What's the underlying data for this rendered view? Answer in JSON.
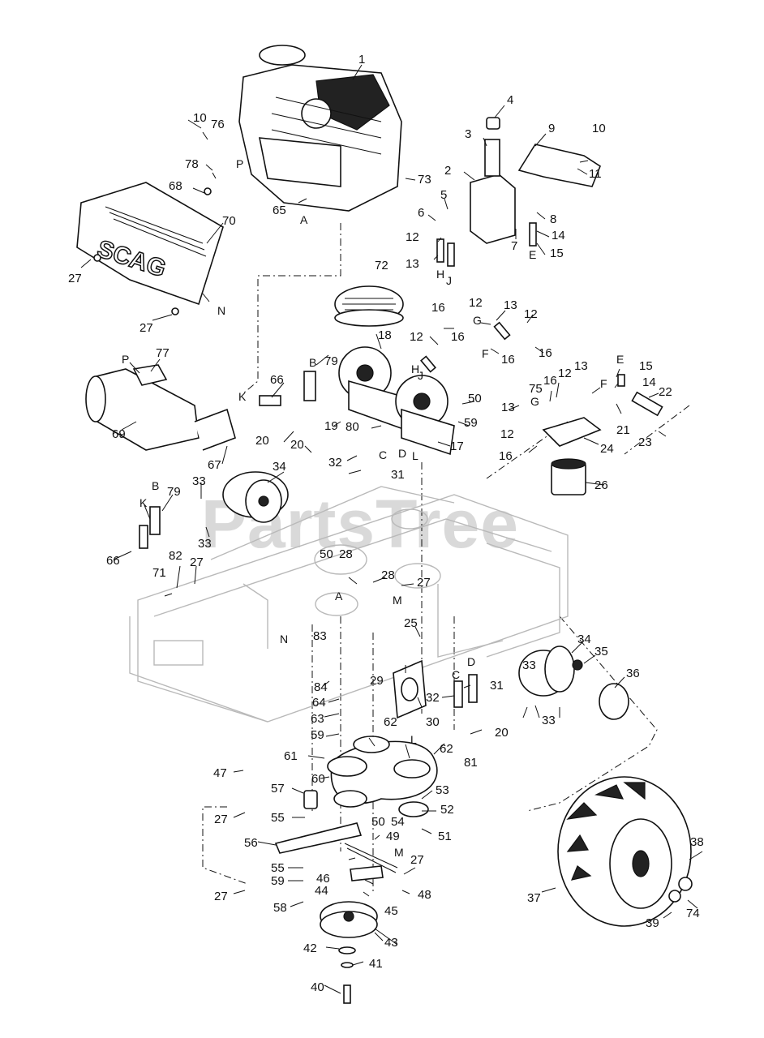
{
  "watermark": "PartsTree",
  "shroud_brand": "SCAG",
  "callouts": {
    "c1": "1",
    "c2": "2",
    "c3": "3",
    "c4": "4",
    "c5": "5",
    "c6": "6",
    "c7": "7",
    "c8": "8",
    "c9": "9",
    "c10": "10",
    "c11": "11",
    "c12": "12",
    "c13": "13",
    "c14": "14",
    "c15": "15",
    "c16": "16",
    "c17": "17",
    "c18": "18",
    "c19": "19",
    "c20": "20",
    "c21": "21",
    "c22": "22",
    "c23": "23",
    "c24": "24",
    "c25": "25",
    "c26": "26",
    "c27": "27",
    "c28": "28",
    "c29": "29",
    "c30": "30",
    "c31": "31",
    "c32": "32",
    "c33": "33",
    "c34": "34",
    "c35": "35",
    "c36": "36",
    "c37": "37",
    "c38": "38",
    "c39": "39",
    "c40": "40",
    "c41": "41",
    "c42": "42",
    "c43": "43",
    "c44": "44",
    "c45": "45",
    "c46": "46",
    "c47": "47",
    "c48": "48",
    "c49": "49",
    "c50": "50",
    "c51": "51",
    "c52": "52",
    "c53": "53",
    "c54": "54",
    "c55": "55",
    "c56": "56",
    "c57": "57",
    "c58": "58",
    "c59": "59",
    "c60": "60",
    "c61": "61",
    "c62": "62",
    "c63": "63",
    "c64": "64",
    "c65": "65",
    "c66": "66",
    "c67": "67",
    "c68": "68",
    "c69": "69",
    "c70": "70",
    "c71": "71",
    "c72": "72",
    "c73": "73",
    "c74": "74",
    "c75": "75",
    "c76": "76",
    "c77": "77",
    "c78": "78",
    "c79": "79",
    "c80": "80",
    "c81": "81",
    "c82": "82",
    "c83": "83",
    "c84": "84"
  },
  "letters": {
    "A": "A",
    "B": "B",
    "C": "C",
    "D": "D",
    "E": "E",
    "F": "F",
    "G": "G",
    "H": "H",
    "J": "J",
    "K": "K",
    "L": "L",
    "M": "M",
    "N": "N",
    "P": "P"
  }
}
